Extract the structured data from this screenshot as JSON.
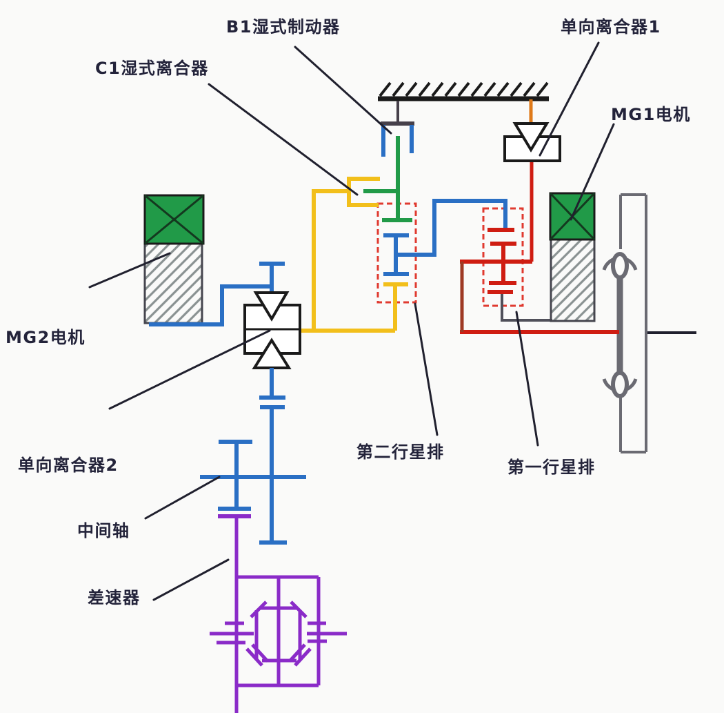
{
  "labels": {
    "b1_brake": "B1湿式制动器",
    "c1_clutch": "C1湿式离合器",
    "one_way_clutch_1": "单向离合器1",
    "mg1_motor": "MG1电机",
    "mg2_motor": "MG2电机",
    "one_way_clutch_2": "单向离合器2",
    "planetary_row_2": "第二行星排",
    "planetary_row_1": "第一行星排",
    "intermediate_shaft": "中间轴",
    "differential": "差速器"
  },
  "colors": {
    "mg_green": "#219a48",
    "shaft_blue": "#2a6fc4",
    "clutch_yellow": "#f2bf1b",
    "brake_orange": "#df7a1a",
    "power_red": "#cf1d12",
    "dark_red": "#9e3a24",
    "differential_purple": "#8a2bc8",
    "chain_gray": "#6a6a72",
    "dashed_box_red": "#e03a30",
    "line_black": "#1a1a1a",
    "label_text": "#23233a"
  },
  "icons": {
    "ground_symbol": "hatched-ceiling",
    "one_way_clutch_symbol": "triangle-in-box",
    "motor_symbol": "green-box-with-x-over-hatched-box",
    "planetary_row_symbol": "red-dashed-box",
    "chain_drive_symbol": "double-loop-link",
    "differential_symbol": "bevel-gear-box"
  }
}
